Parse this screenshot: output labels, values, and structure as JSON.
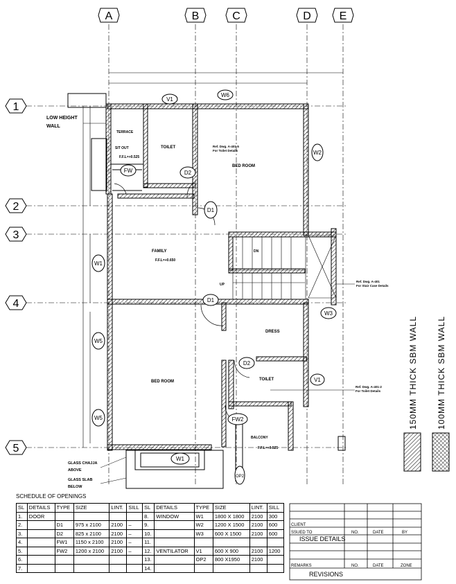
{
  "grid": {
    "columns": [
      "A",
      "B",
      "C",
      "D",
      "E"
    ],
    "rows": [
      "1",
      "2",
      "3",
      "4",
      "5"
    ]
  },
  "labels": {
    "low_height_wall": [
      "LOW HEIGHT",
      "WALL"
    ],
    "terrace": "TERRACE",
    "sit_out": "SIT OUT",
    "sit_out_ffl": "F.F.L=+0.525",
    "toilet_top": "TOILET",
    "ref_top": [
      "Ref. Dwg. A-401-5",
      "For Toilet Details"
    ],
    "bed_room_top": "BED ROOM",
    "family": "FAMILY",
    "family_ffl": "F.F.L=+0.650",
    "dn": "DN",
    "up": "UP",
    "ref_stair": [
      "Ref. Dwg. A-401",
      "For Stair Case Details"
    ],
    "dress": "DRESS",
    "toilet_bottom": "TOILET",
    "ref_bottom": [
      "Ref. Dwg. A-401-2",
      "For Toilet Details"
    ],
    "bed_room_bottom": "BED ROOM",
    "balcony": "BALCONY",
    "balcony_ffl": "F.F.L=+0.525",
    "glass_chajja": [
      "GLASS CHAJJA",
      "ABOVE"
    ],
    "glass_slab": [
      "GLASS SLAB",
      "BELOW"
    ]
  },
  "openings_tags": [
    "V1",
    "W6",
    "W2",
    "FW",
    "D2",
    "D1",
    "W1",
    "D1",
    "W5",
    "W3",
    "D2",
    "V1",
    "W5",
    "FW2",
    "W1",
    "OP2"
  ],
  "legend": {
    "wall150": "150MM THICK SBM WALL",
    "wall100": "100MM THICK SBM WALL"
  },
  "schedule": {
    "title": "SCHEDULE OF OPENINGS",
    "headers": [
      "SL",
      "DETAILS",
      "TYPE",
      "SIZE",
      "LINT.",
      "SILL",
      "SL",
      "DETAILS",
      "TYPE",
      "SIZE",
      "LINT.",
      "SILL"
    ],
    "rows": [
      [
        "1.",
        "DOOR",
        "",
        "",
        "",
        "",
        "8.",
        "WINDOW",
        "W1",
        "1800 X 1800",
        "2100",
        "300"
      ],
      [
        "2.",
        "",
        "D1",
        "975 x 2100",
        "2100",
        "–",
        "9.",
        "",
        "W2",
        "1200 X 1500",
        "2100",
        "600"
      ],
      [
        "3.",
        "",
        "D2",
        "825 x 2100",
        "2100",
        "–",
        "10.",
        "",
        "W3",
        "600 X 1500",
        "2100",
        "600"
      ],
      [
        "4.",
        "",
        "FW1",
        "1150 x 2100",
        "2100",
        "–",
        "11.",
        "",
        "",
        "",
        "",
        ""
      ],
      [
        "5.",
        "",
        "FW2",
        "1200 x 2100",
        "2100",
        "–",
        "12.",
        "VENTILATOR",
        "V1",
        "600 X 900",
        "2100",
        "1200"
      ],
      [
        "6.",
        "",
        "",
        "",
        "",
        "",
        "13.",
        "",
        "OP2",
        "800 X1950",
        "2100",
        ""
      ],
      [
        "7.",
        "",
        "",
        "",
        "",
        "",
        "14.",
        "",
        "",
        "",
        "",
        ""
      ]
    ]
  },
  "title_block": {
    "client": "CLIENT",
    "issued_to": "SSUED TO",
    "no": "NO.",
    "date": "DATE",
    "by": "BY",
    "issue_details": "ISSUE DETAILS",
    "remarks": "REMARKS",
    "zone": "ZONE",
    "revisions": "REVISIONS"
  }
}
